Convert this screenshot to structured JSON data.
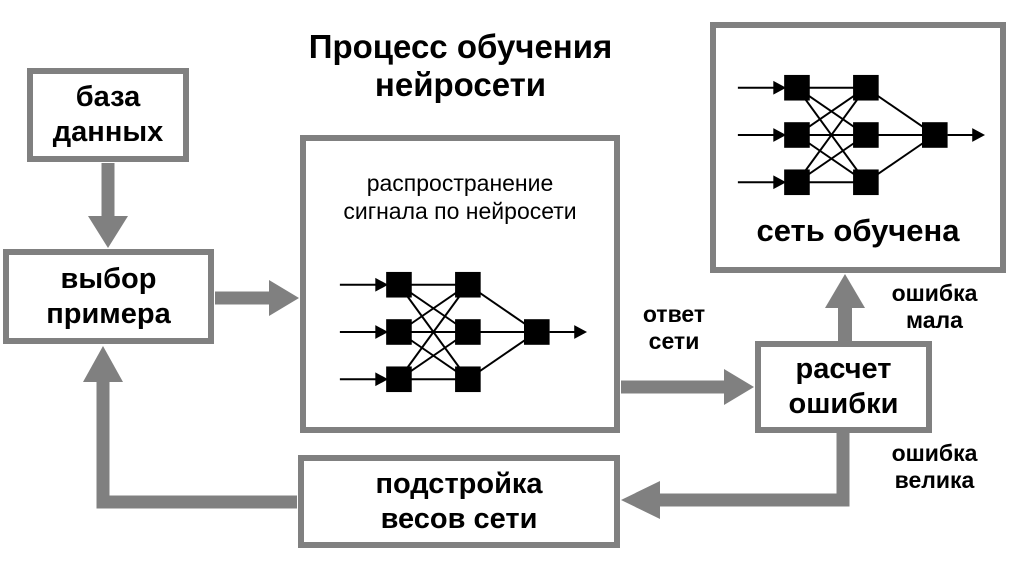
{
  "title": {
    "text": "Процесс обучения нейросети",
    "lines": [
      "Процесс обучения",
      "нейросети"
    ]
  },
  "boxes": {
    "database": {
      "label": "база данных",
      "lines": [
        "база",
        "данных"
      ]
    },
    "select_example": {
      "label": "выбор примера",
      "lines": [
        "выбор",
        "примера"
      ]
    },
    "signal_propagation": {
      "label": "распространение сигнала по нейросети",
      "lines": [
        "распространение",
        "сигнала по нейросети"
      ]
    },
    "error_calculation": {
      "label": "расчет ошибки",
      "lines": [
        "расчет",
        "ошибки"
      ]
    },
    "network_trained": {
      "label": "сеть обучена"
    },
    "adjust_weights": {
      "label": "подстройка весов сети",
      "lines": [
        "подстройка",
        "весов сети"
      ]
    }
  },
  "edge_labels": {
    "network_answer": {
      "label": "ответ сети",
      "lines": [
        "ответ",
        "сети"
      ]
    },
    "error_small": {
      "label": "ошибка мала",
      "lines": [
        "ошибка",
        "мала"
      ]
    },
    "error_large": {
      "label": "ошибка велика",
      "lines": [
        "ошибка",
        "велика"
      ]
    }
  },
  "edges": [
    "база данных → выбор примера",
    "выбор примера → распространение сигнала по нейросети",
    "распространение сигнала по нейросети → расчет ошибки (ответ сети)",
    "расчет ошибки → сеть обучена (ошибка мала)",
    "расчет ошибки → подстройка весов сети (ошибка велика)",
    "подстройка весов сети → выбор примера"
  ],
  "network_icon": {
    "inputs": 3,
    "hidden": 3,
    "outputs": 1,
    "description": "fully connected 3-3-1 network of black squares with input and output arrows"
  },
  "colors": {
    "background": "#ffffff",
    "box_border_gray": "#808080",
    "connector_gray": "#808080",
    "node_black": "#000000",
    "text_black": "#000000"
  }
}
